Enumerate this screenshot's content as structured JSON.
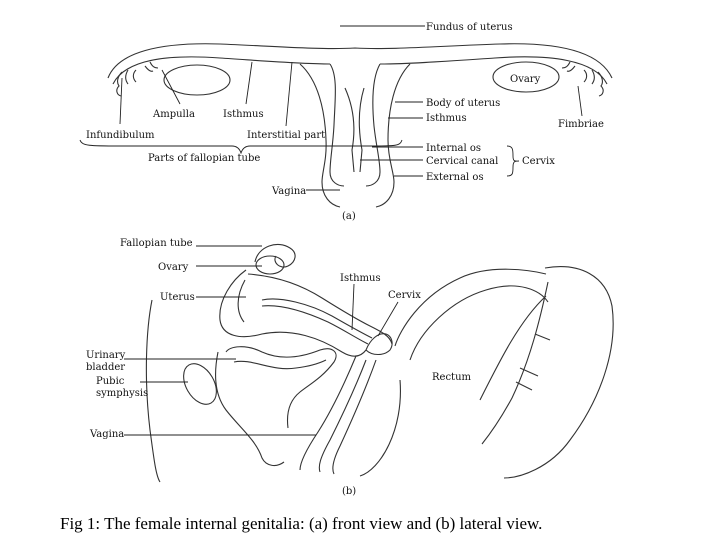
{
  "figure_a": {
    "subfigure_label": "(a)",
    "labels": {
      "fundus": "Fundus of uterus",
      "ovary": "Ovary",
      "ampulla": "Ampulla",
      "isthmus_tube": "Isthmus",
      "body": "Body of uterus",
      "isthmus_uterus": "Isthmus",
      "fimbriae": "Fimbriae",
      "infundibulum": "Infundibulum",
      "interstitial": "Interstitial part",
      "parts_tube": "Parts of fallopian tube",
      "internal_os": "Internal os",
      "cervical_canal": "Cervical canal",
      "cervix": "Cervix",
      "external_os": "External os",
      "vagina": "Vagina"
    }
  },
  "figure_b": {
    "subfigure_label": "(b)",
    "labels": {
      "fallopian_tube": "Fallopian tube",
      "ovary": "Ovary",
      "isthmus": "Isthmus",
      "cervix": "Cervix",
      "uterus": "Uterus",
      "urinary_bladder_1": "Urinary",
      "urinary_bladder_2": "bladder",
      "pubic_symphysis_1": "Pubic",
      "pubic_symphysis_2": "symphysis",
      "rectum": "Rectum",
      "vagina": "Vagina"
    }
  },
  "caption": "Fig 1: The female internal genitalia: (a) front view and (b) lateral view."
}
